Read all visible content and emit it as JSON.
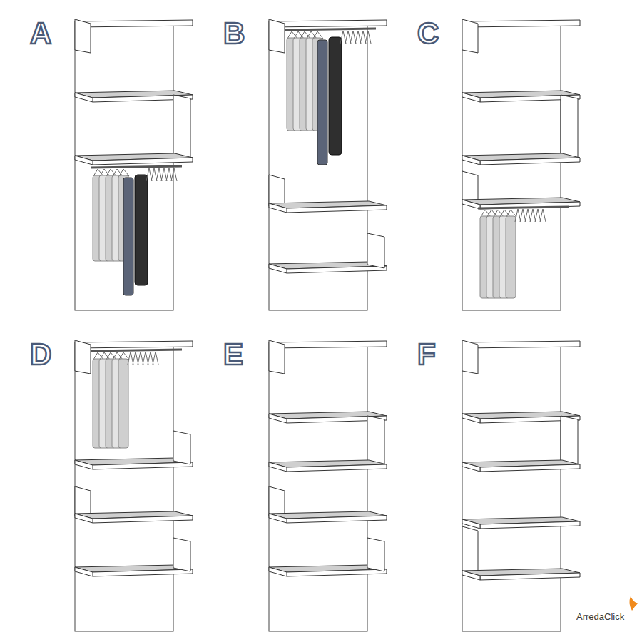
{
  "diagram": {
    "labels": [
      "A",
      "B",
      "C",
      "D",
      "E",
      "F",
      "ArredaClick"
    ]
  }
}
